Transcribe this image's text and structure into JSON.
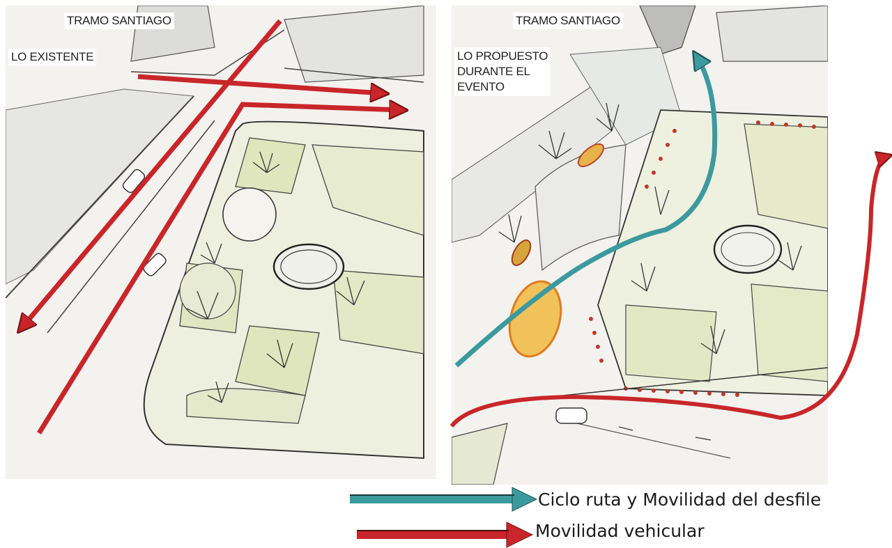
{
  "left_panel": {
    "title": "TRAMO SANTIAGO",
    "subtitle": "LO EXISTENTE"
  },
  "right_panel": {
    "title": "TRAMO SANTIAGO",
    "subtitle_lines": [
      "LO PROPUESTO",
      "DURANTE EL",
      "EVENTO"
    ]
  },
  "legend": {
    "items": [
      {
        "label": "Ciclo ruta y Movilidad del desfile",
        "icon": "teal-arrow-icon",
        "color": "#3c9a9e"
      },
      {
        "label": "Movilidad vehicular",
        "icon": "red-arrow-icon",
        "color": "#c8262a"
      }
    ]
  },
  "colors": {
    "vehicle_arrow": "#c8262a",
    "bike_arrow": "#3c9a9e",
    "sketch_line": "#3a3a3a",
    "grass": "#e4e8c8",
    "paper": "#f3f2ef"
  }
}
